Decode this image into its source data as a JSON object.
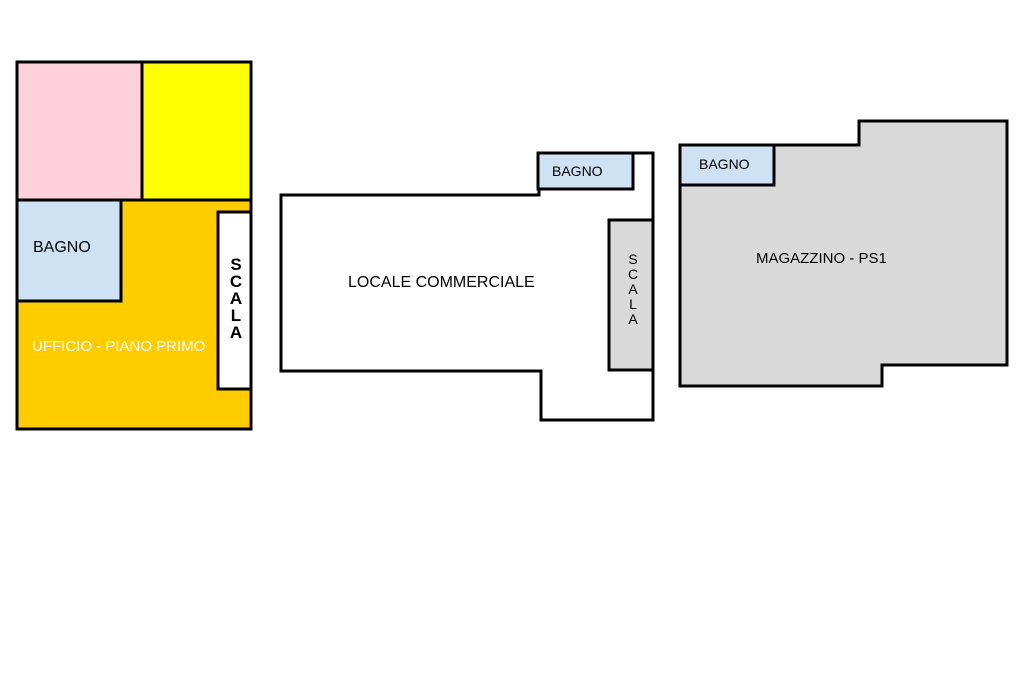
{
  "floor_plans": {
    "office": {
      "room_pink_color": "#ffd1dc",
      "room_yellow_color": "#ffff00",
      "office_color": "#ffcc00",
      "bathroom_color": "#cfe2f3",
      "stair_color": "#ffffff",
      "bathroom_label": "BAGNO",
      "office_label": "UFFICIO - PIANO PRIMO",
      "stair_label": "SCALA"
    },
    "shop": {
      "floor_color": "#ffffff",
      "bathroom_color": "#cfe2f3",
      "stair_color": "#d9d9d9",
      "bathroom_label": "BAGNO",
      "shop_label": "LOCALE COMMERCIALE",
      "stair_label": "SCALA"
    },
    "warehouse": {
      "floor_color": "#d9d9d9",
      "bathroom_color": "#cfe2f3",
      "bathroom_label": "BAGNO",
      "warehouse_label": "MAGAZZINO - PS1"
    }
  }
}
